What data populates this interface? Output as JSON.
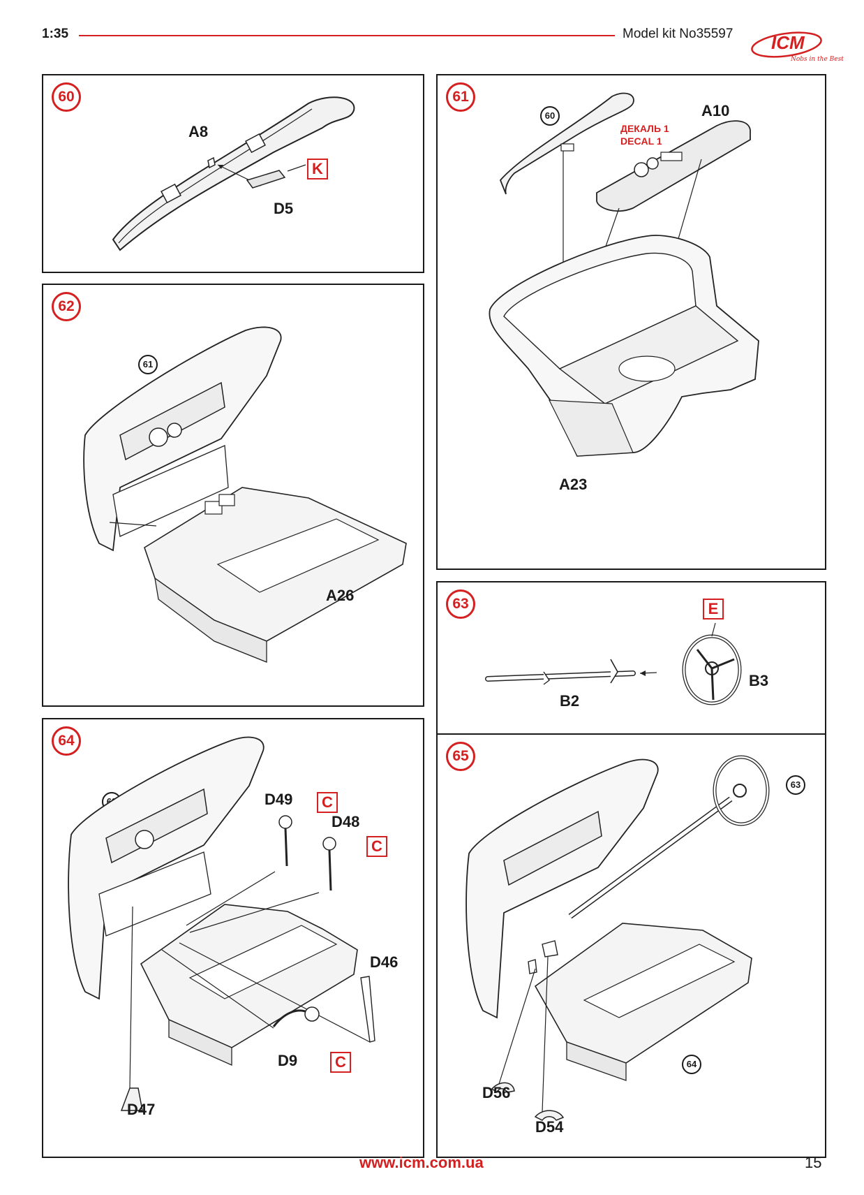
{
  "header": {
    "scale": "1:35",
    "kit": "Model kit No35597",
    "logo_text": "ICM",
    "logo_tagline": "Nobs in the Best"
  },
  "steps": {
    "s60": {
      "number": "60",
      "parts": {
        "a8": "A8",
        "d5": "D5"
      },
      "paint": "K"
    },
    "s61": {
      "number": "61",
      "ref": "60",
      "parts": {
        "a10": "A10",
        "a23": "A23"
      },
      "decal_ru": "ДЕКАЛЬ 1",
      "decal_en": "DECAL 1"
    },
    "s62": {
      "number": "62",
      "ref": "61",
      "parts": {
        "a26": "A26"
      }
    },
    "s63": {
      "number": "63",
      "parts": {
        "b2": "B2",
        "b3": "B3"
      },
      "paint": "E"
    },
    "s64": {
      "number": "64",
      "ref": "62",
      "parts": {
        "d49": "D49",
        "d48": "D48",
        "d46": "D46",
        "d9": "D9",
        "d47": "D47"
      },
      "paint_d49": "C",
      "paint_d48": "C",
      "paint_d9": "C"
    },
    "s65": {
      "number": "65",
      "ref_top": "63",
      "ref_bottom": "64",
      "parts": {
        "d56": "D56",
        "d54": "D54"
      }
    }
  },
  "footer": {
    "url": "www.icm.com.ua",
    "page": "15"
  }
}
